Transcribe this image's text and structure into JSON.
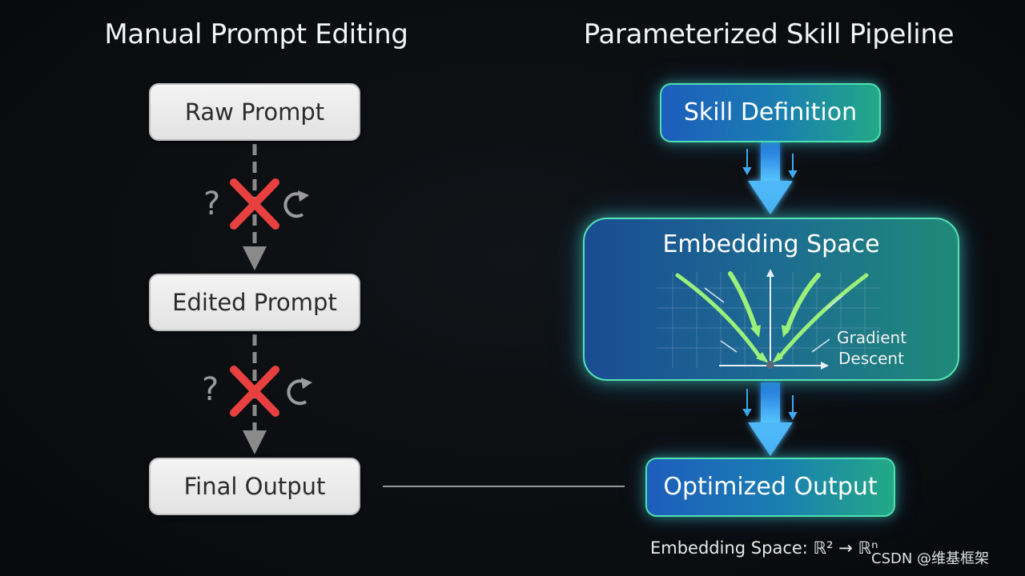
{
  "left_panel": {
    "title": "Manual Prompt Editing",
    "steps": [
      "Raw Prompt",
      "Edited Prompt",
      "Final Output"
    ],
    "uncertain_symbol": "?"
  },
  "right_panel": {
    "title": "Parameterized Skill Pipeline",
    "skill_box": "Skill Definition",
    "embedding_box": {
      "title": "Embedding Space",
      "label_line1": "Gradient",
      "label_line2": "Descent"
    },
    "output_box": "Optimized Output"
  },
  "formula": "Embedding Space: ℝ² → ℝⁿ",
  "watermark": "CSDN @维基框架",
  "colors": {
    "cross_red": "#e8403e",
    "arrow_blue": "#3fb6f5",
    "accent_green": "#4fe0b0"
  },
  "icons": [
    "question-icon",
    "cross-icon",
    "retry-icon"
  ]
}
